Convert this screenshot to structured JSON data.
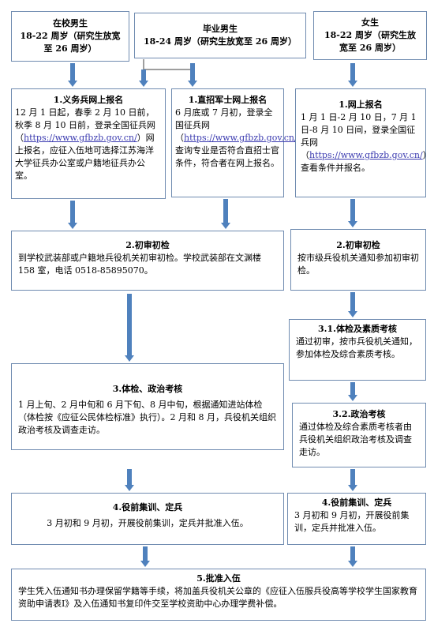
{
  "headers": {
    "male_students": {
      "line1": "在校男生",
      "line2": "18-22 周岁（研究生放宽",
      "line3": "至 26 周岁）"
    },
    "graduates": {
      "line1": "毕业男生",
      "line2": "18-24 周岁（研究生放宽至 26 周岁）"
    },
    "female_students": {
      "line1": "女生",
      "line2": "18-22 周岁（研究生放",
      "line3": "宽至 26 周岁）"
    }
  },
  "steps": {
    "conscript_register": {
      "title": "1.义务兵网上报名",
      "text_before": "12 月 1 日起，春季 2 月 10 日前，秋季 8 月 10 日前，登录全国征兵网（",
      "link": "https://www.gfbzb.gov.cn/",
      "text_after": "）网上报名，应征入伍地可选择江苏海洋大学征兵办公室或户籍地征兵办公室。"
    },
    "direct_recruit_register": {
      "title": "1.直招军士网上报名",
      "text_before": "6 月底或 7 月初，登录全国征兵网（",
      "link": "https://www.gfbzb.gov.cn/",
      "text_after": "），查询专业是否符合直招士官条件，符合者在网上报名。"
    },
    "female_register": {
      "title": "1.网上报名",
      "text_before": "1 月 1 日-2 月 10 日，7 月 1 日-8 月 10 日间，登录全国征兵网（",
      "link": "https://www.gfbzb.gov.cn/",
      "text_after": "）查看条件并报名。"
    },
    "initial_check_left": {
      "title": "2.初审初检",
      "text": "到学校武装部或户籍地兵役机关初审初检。学校武装部在文渊楼 158 室，电话 0518-85895070。"
    },
    "initial_check_right": {
      "title": "2.初审初检",
      "text": "按市级兵役机关通知参加初审初检。"
    },
    "medical_political_left": {
      "title": "3.体检、政治考核",
      "text": "1 月上旬、2 月中旬和 6 月下旬、8 月中旬，根据通知进站体检（体检按《应征公民体检标准》执行）。2 月和 8 月，兵役机关组织政治考核及调查走访。"
    },
    "medical_quality_right": {
      "title": "3.1.体检及素质考核",
      "text": "通过初审，按市兵役机关通知，参加体检及综合素质考核。"
    },
    "political_right": {
      "title": "3.2.政治考核",
      "text": "通过体检及综合素质考核者由兵役机关组织政治考核及调查走访。"
    },
    "training_left": {
      "title": "4.役前集训、定兵",
      "text": "3 月初和 9 月初，开展役前集训，定兵并批准入伍。"
    },
    "training_right": {
      "title": "4.役前集训、定兵",
      "text": "3 月初和 9 月初，开展役前集训，定兵并批准入伍。"
    },
    "approval": {
      "title": "5.批准入伍",
      "text": "学生凭入伍通知书办理保留学籍等手续，将加盖兵役机关公章的《应征入伍服兵役高等学校学生国家教育资助申请表Ⅰ》及入伍通知书复印件交至学校资助中心办理学费补偿。"
    }
  },
  "colors": {
    "border": "#6f8bb0",
    "arrow": "#4f81bd",
    "link": "#3b3bb0"
  }
}
